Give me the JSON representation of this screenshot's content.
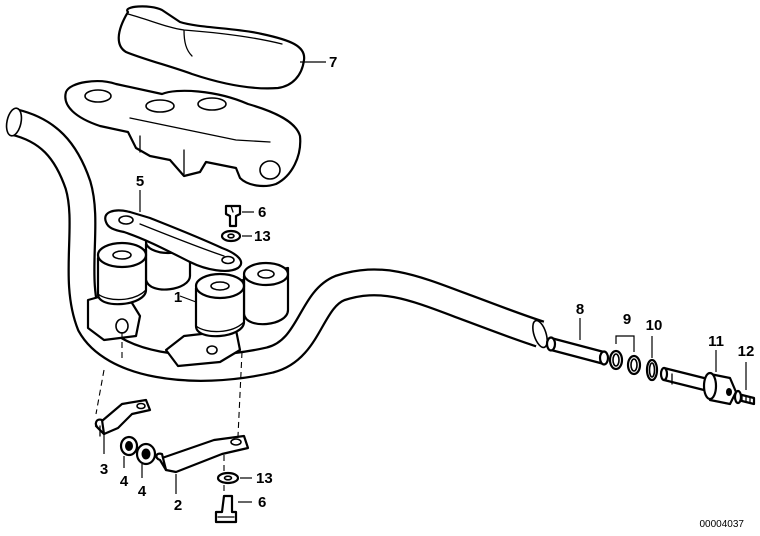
{
  "diagram": {
    "labels": {
      "l1": "1",
      "l2": "2",
      "l3": "3",
      "l4a": "4",
      "l4b": "4",
      "l5": "5",
      "l6a": "6",
      "l6b": "6",
      "l7": "7",
      "l8": "8",
      "l9": "9",
      "l10": "10",
      "l11": "11",
      "l12": "12",
      "l13a": "13",
      "l13b": "13"
    },
    "drawing_number": "00004037"
  }
}
